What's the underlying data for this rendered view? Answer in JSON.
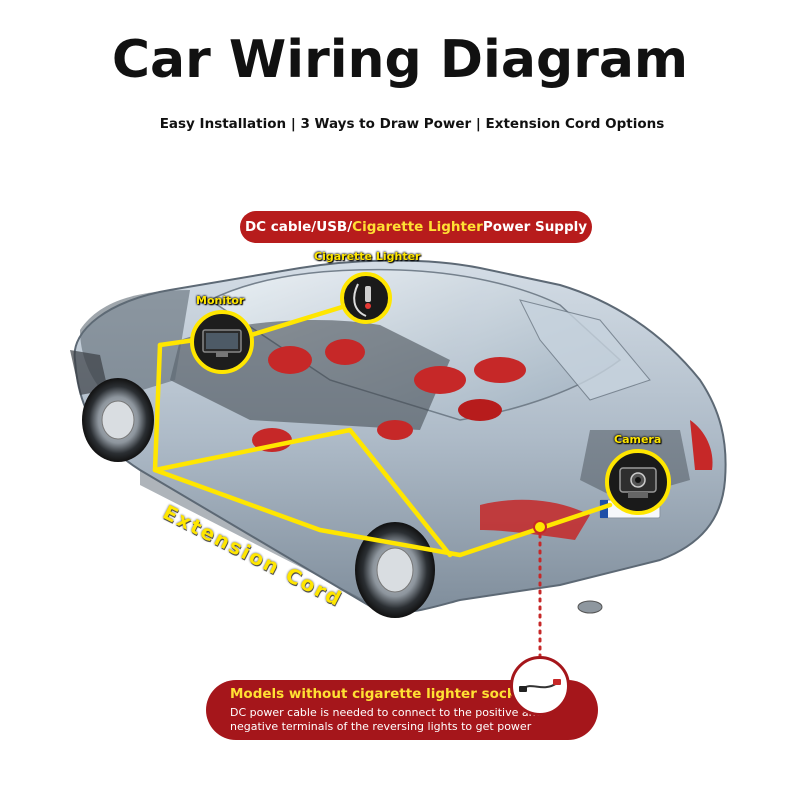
{
  "header": {
    "title": "Car Wiring Diagram",
    "subtitle": "Easy Installation | 3 Ways to Draw Power | Extension Cord Options"
  },
  "banner": {
    "part1": "DC cable/USB/",
    "highlight": "Cigarette Lighter",
    "part2": " Power Supply"
  },
  "labels": {
    "cigarette_lighter": "Cigarette Lighter",
    "monitor": "Monitor",
    "camera": "Camera",
    "extension_cord": "Extension Cord"
  },
  "note": {
    "title": "Models without cigarette lighter socket",
    "text": "DC power cable is needed to connect to the positive and negative terminals of the reversing lights to get power"
  },
  "colors": {
    "accent_red": "#b71c1c",
    "highlight_yellow": "#ffe033",
    "wire_yellow": "#ffe600",
    "car_body": "#a9b6c4"
  },
  "icons": [
    "monitor-icon",
    "cigarette-lighter-icon",
    "camera-icon",
    "cable-icon"
  ]
}
